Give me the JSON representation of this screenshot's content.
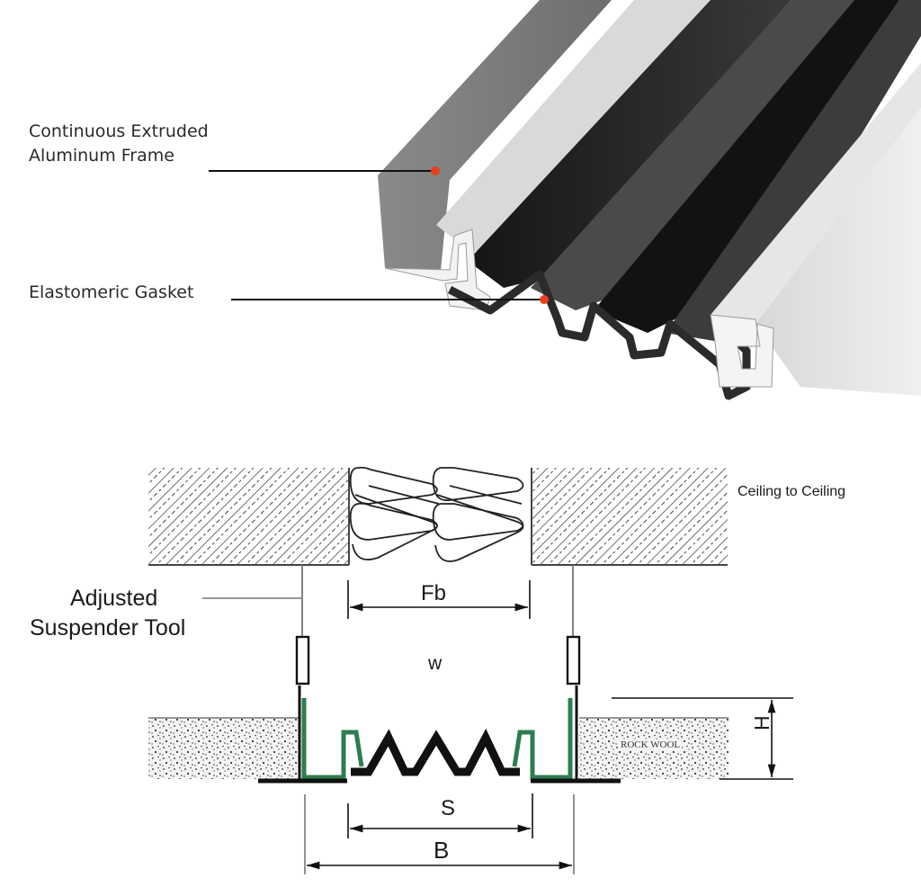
{
  "figure": {
    "product_view": {
      "callouts": [
        {
          "id": "frame",
          "label_line1": "Continuous Extruded",
          "label_line2": "Aluminum Frame"
        },
        {
          "id": "gasket",
          "label_line1": "Elastomeric Gasket"
        }
      ],
      "marker_color": "#e8401c"
    },
    "section_drawing": {
      "caption": "Ceiling to Ceiling",
      "suspender_label_line1": "Adjusted",
      "suspender_label_line2": "Suspender Tool",
      "dimensions": {
        "fb": "Fb",
        "w": "w",
        "h": "H",
        "s": "S",
        "b": "B"
      },
      "insulation_label": "ROCK WOOL",
      "frame_color": "#2e7d4f",
      "gasket_color": "#111111"
    }
  }
}
